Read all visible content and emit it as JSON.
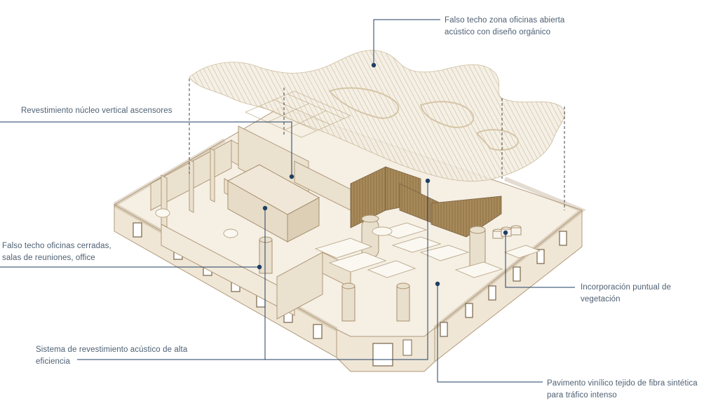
{
  "annotations": [
    {
      "id": "label-1",
      "lines": [
        "Falso techo zona oficinas abierta",
        "acústico con diseño orgánico"
      ]
    },
    {
      "id": "label-2",
      "lines": [
        "Revestimiento núcleo vertical ascensores"
      ]
    },
    {
      "id": "label-3",
      "lines": [
        "Falso techo oficinas cerradas,",
        "salas de reuniones, office"
      ]
    },
    {
      "id": "label-4",
      "lines": [
        "Incorporación puntual de",
        "vegetación"
      ]
    },
    {
      "id": "label-5",
      "lines": [
        "Sistema de revestimiento acústico de alta",
        "eficiencia"
      ]
    },
    {
      "id": "label-6",
      "lines": [
        "Pavimento vinílico tejido de fibra sintética",
        "para tráfico intenso"
      ]
    }
  ],
  "colors": {
    "leader": "#1f3f63",
    "label_text": "#4d5f72",
    "building_fill": "#efe6d6",
    "building_stroke": "#b19a7a",
    "wall_top": "#e6dac4",
    "acoustic_panel": "#a88a5a",
    "ceiling": "#ded2bd"
  }
}
